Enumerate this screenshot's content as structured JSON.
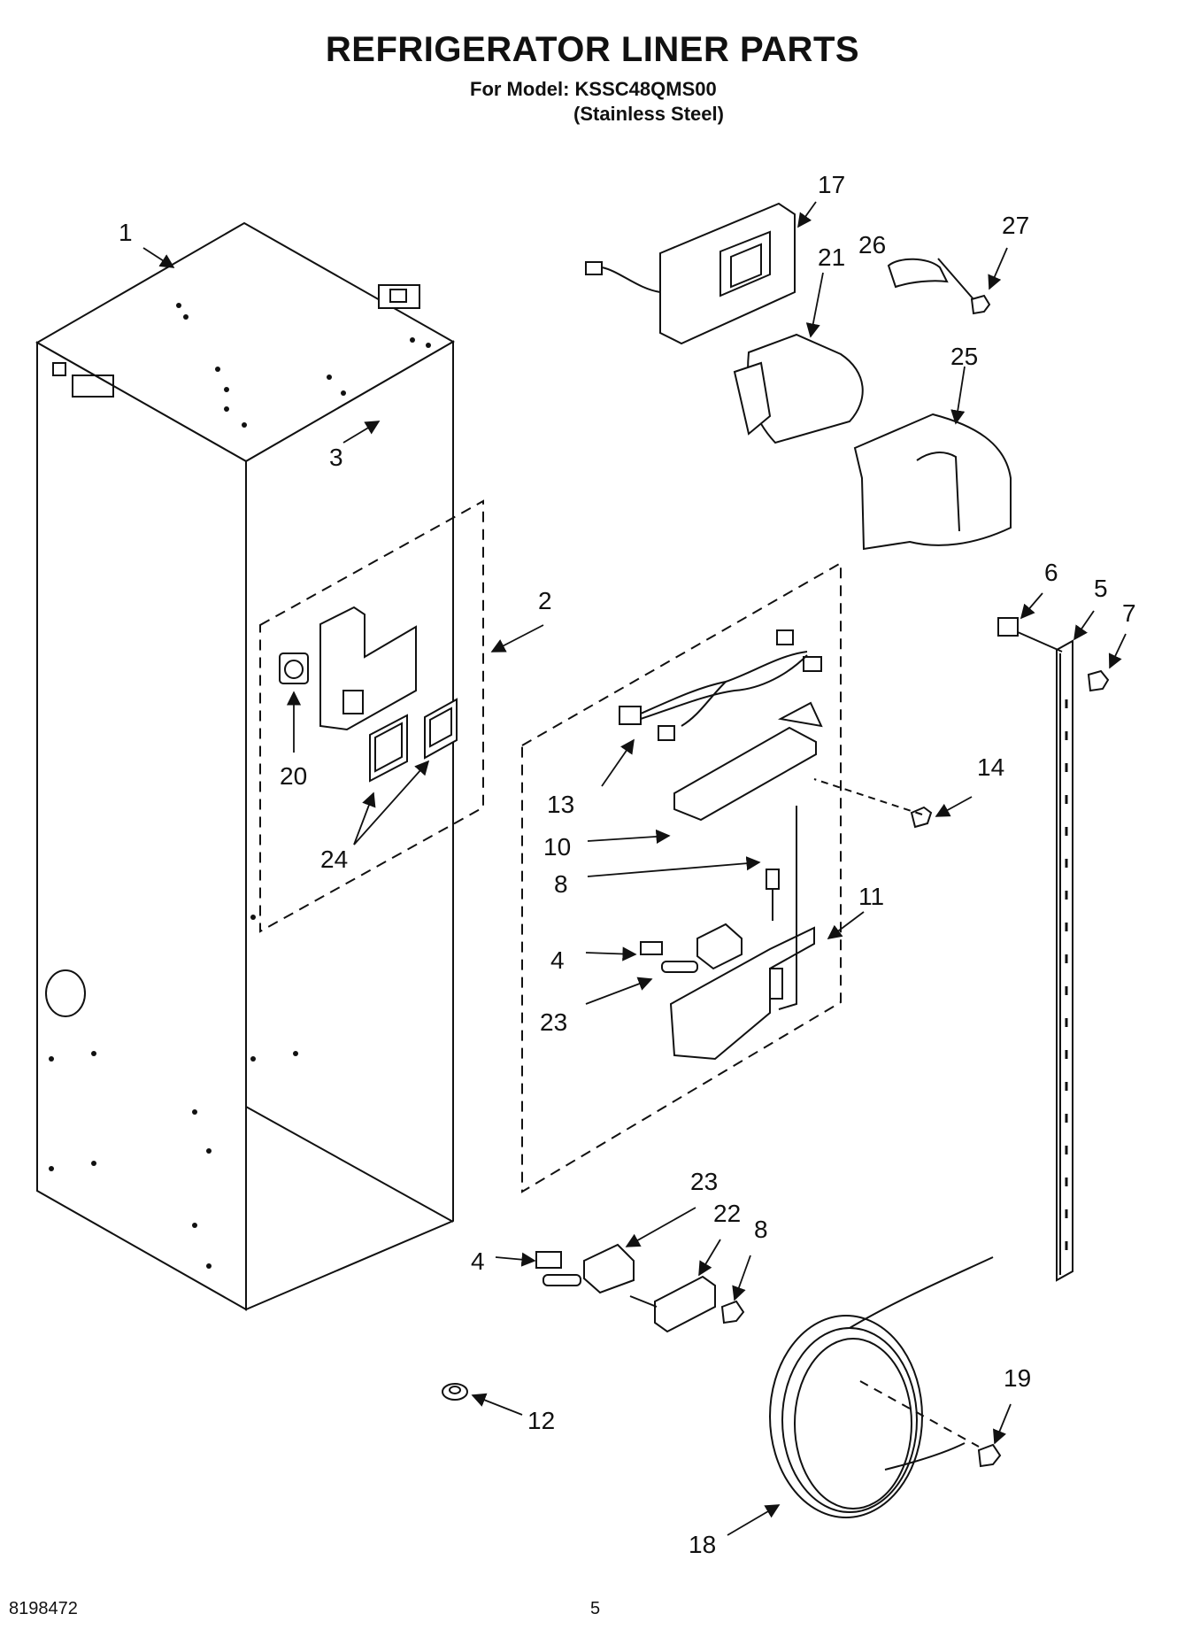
{
  "title": "REFRIGERATOR LINER PARTS",
  "model_line": "For Model: KSSC48QMS00",
  "model_variant": "(Stainless Steel)",
  "document_number": "8198472",
  "page_number": "5",
  "callouts": [
    "1",
    "2",
    "3",
    "4",
    "4",
    "5",
    "6",
    "7",
    "8",
    "8",
    "10",
    "11",
    "12",
    "13",
    "14",
    "17",
    "18",
    "19",
    "20",
    "21",
    "22",
    "23",
    "23",
    "24",
    "25",
    "26",
    "27"
  ]
}
